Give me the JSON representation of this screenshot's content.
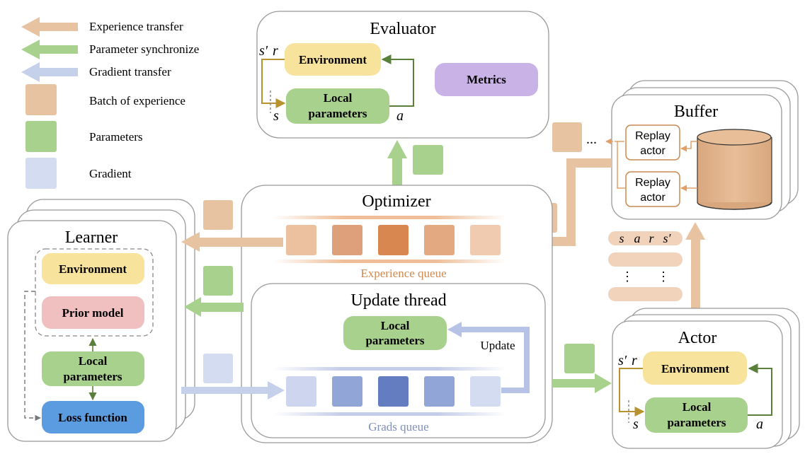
{
  "legend": {
    "experience_transfer": "Experience transfer",
    "parameter_synchronize": "Parameter synchronize",
    "gradient_transfer": "Gradient transfer",
    "batch_of_experience": "Batch of experience",
    "parameters": "Parameters",
    "gradient": "Gradient"
  },
  "evaluator": {
    "title": "Evaluator",
    "environment": "Environment",
    "local_params_line1": "Local",
    "local_params_line2": "parameters",
    "metrics": "Metrics",
    "s_prime": "s′",
    "r": "r",
    "s": "s",
    "a": "a"
  },
  "buffer": {
    "title": "Buffer",
    "replay_actor_1_line1": "Replay",
    "replay_actor_1_line2": "actor",
    "replay_actor_2_line1": "Replay",
    "replay_actor_2_line2": "actor",
    "ellipsis": "..."
  },
  "optimizer": {
    "title": "Optimizer",
    "experience_queue": "Experience queue",
    "update_thread": "Update thread",
    "local_params_line1": "Local",
    "local_params_line2": "parameters",
    "update": "Update",
    "grads_queue": "Grads queue"
  },
  "learner": {
    "title": "Learner",
    "environment": "Environment",
    "prior_model": "Prior model",
    "local_params_line1": "Local",
    "local_params_line2": "parameters",
    "loss_function": "Loss function"
  },
  "transition": {
    "s": "s",
    "a": "a",
    "r": "r",
    "s_prime": "s′",
    "vdots1": "⋮",
    "vdots2": "⋮"
  },
  "actor": {
    "title": "Actor",
    "environment": "Environment",
    "local_params_line1": "Local",
    "local_params_line2": "parameters",
    "s_prime": "s′",
    "r": "r",
    "s": "s",
    "a": "a"
  },
  "colors": {
    "experience": "#E8C3A2",
    "parameters": "#A9D18E",
    "gradient": "#C5D0EA",
    "environment": "#F8E39C",
    "metrics": "#C9B3E6",
    "prior_model": "#F0C0C0",
    "loss_function": "#5B9BE0",
    "tank": "#E0B48C"
  }
}
